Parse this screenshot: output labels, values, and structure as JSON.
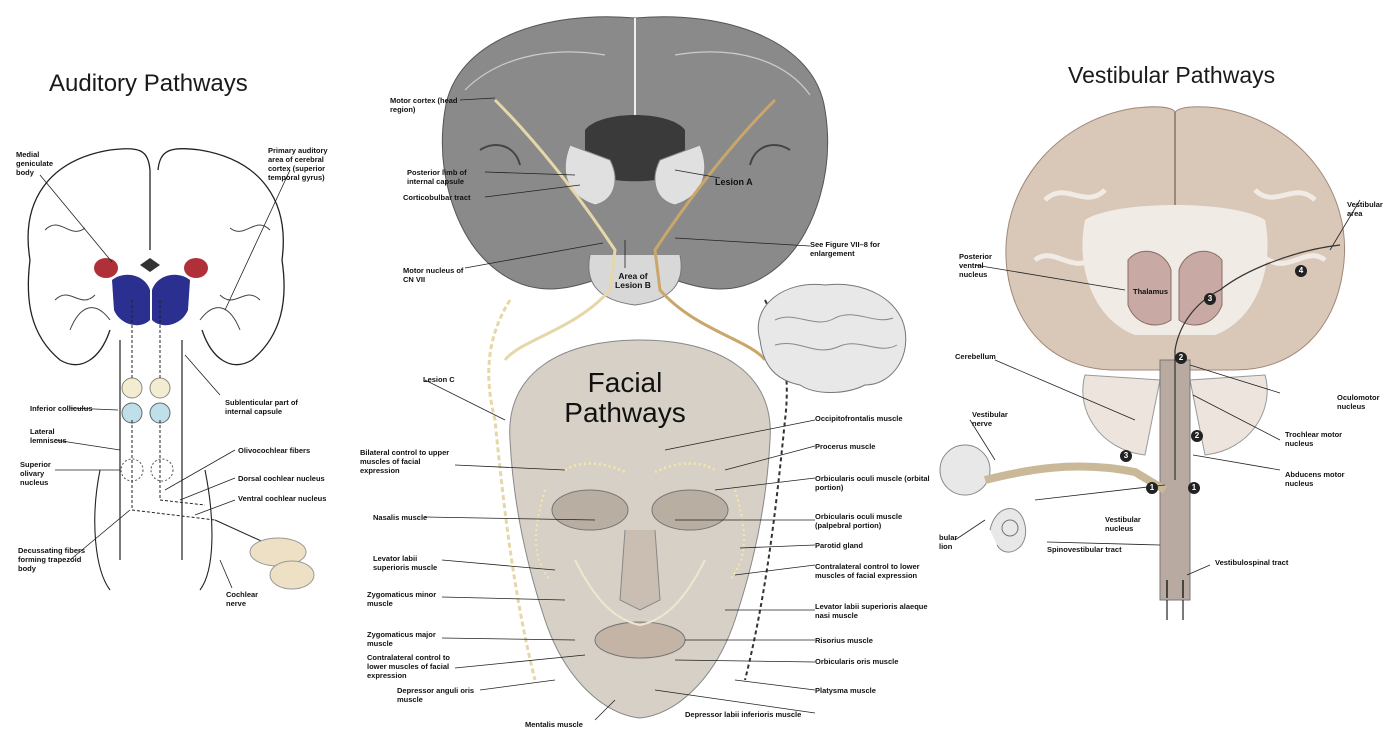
{
  "auditory": {
    "title": "Auditory Pathways",
    "labels": {
      "medial_geniculate": "Medial geniculate body",
      "primary_auditory": "Primary auditory area of cerebral cortex (superior temporal gyrus)",
      "sublenticular": "Sublenticular part of internal capsule",
      "inferior_colliculus": "Inferior colliculus",
      "lateral_lemniscus": "Lateral lemniscus",
      "superior_olivary": "Superior olivary nucleus",
      "olivocochlear": "Olivocochlear fibers",
      "dorsal_cochlear": "Dorsal cochlear nucleus",
      "ventral_cochlear": "Ventral cochlear nucleus",
      "decussating": "Decussating fibers forming trapezoid body",
      "cochlear_nerve": "Cochlear nerve"
    },
    "colors": {
      "thalamus": "#2b2f8f",
      "geniculate": "#b0303a",
      "colliculus": "#bfe0ea",
      "cochlea": "#ede0c4"
    }
  },
  "facial": {
    "title_line1": "Facial",
    "title_line2": "Pathways",
    "labels": {
      "motor_cortex": "Motor cortex (head region)",
      "posterior_limb": "Posterior limb of internal capsule",
      "corticobulbar": "Corticobulbar tract",
      "lesion_a": "Lesion A",
      "see_figure": "See Figure VII–8 for enlargement",
      "motor_nucleus": "Motor nucleus of CN VII",
      "area_lesion_b": "Area of Lesion B",
      "lesion_c": "Lesion C",
      "bilateral_control": "Bilateral control to upper muscles of facial expression",
      "occipitofrontalis": "Occipitofrontalis muscle",
      "procerus": "Procerus muscle",
      "orbicularis_orbital": "Orbicularis oculi muscle (orbital portion)",
      "orbicularis_palpebral": "Orbicularis oculi muscle (palpebral portion)",
      "nasalis": "Nasalis muscle",
      "parotid": "Parotid gland",
      "levator_labii": "Levator labii superioris muscle",
      "contralateral_right": "Contralateral control to lower muscles of facial expression",
      "zyg_minor": "Zygomaticus minor muscle",
      "levator_alaeque": "Levator labii superioris alaeque nasi muscle",
      "zyg_major": "Zygomaticus major muscle",
      "risorius": "Risorius muscle",
      "contralateral_left": "Contralateral control to lower muscles of facial expression",
      "orbicularis_oris": "Orbicularis oris muscle",
      "depressor_anguli": "Depressor anguli oris muscle",
      "platysma": "Platysma muscle",
      "depressor_labii": "Depressor labii inferioris muscle",
      "mentalis": "Mentalis muscle"
    },
    "colors": {
      "brain": "#8a8a8a",
      "face": "#d7d0c6",
      "tract": "#e7d7a8"
    }
  },
  "vestibular": {
    "title": "Vestibular Pathways",
    "labels": {
      "vestibular_area": "Vestibular area",
      "posterior_ventral": "Posterior ventral nucleus",
      "thalamus": "Thalamus",
      "cerebellum": "Cerebellum",
      "oculomotor": "Oculomotor nucleus",
      "vestibular_nerve": "Vestibular nerve",
      "trochlear": "Trochlear motor nucleus",
      "abducens": "Abducens motor nucleus",
      "vestibular_nucleus": "Vestibular nucleus",
      "bular_lion": "bular lion",
      "spinovestibular": "Spinovestibular tract",
      "vestibulospinal": "Vestibulospinal tract"
    },
    "markers": [
      "1",
      "1",
      "2",
      "2",
      "3",
      "3",
      "4"
    ],
    "colors": {
      "cortex": "#d9c7b8",
      "white": "#f1ebe6",
      "thalamus": "#c9a9a3"
    }
  }
}
